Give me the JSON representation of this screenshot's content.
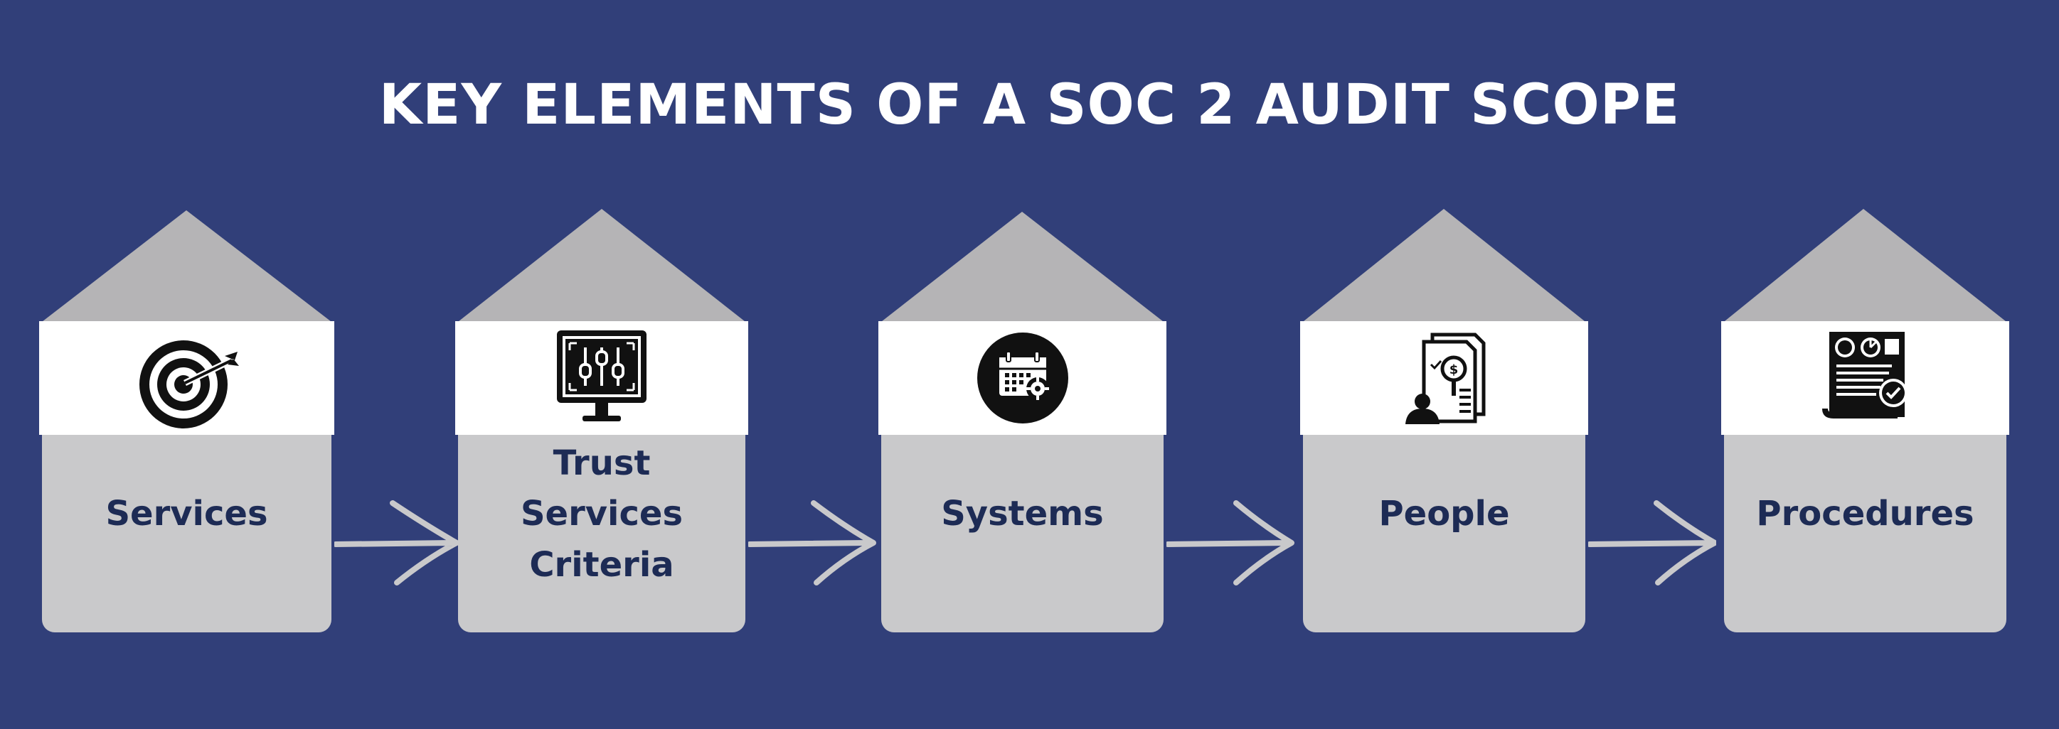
{
  "title": "KEY ELEMENTS OF A SOC 2 AUDIT SCOPE",
  "colors": {
    "background": "#313f79",
    "roof": "#b5b4b6",
    "box": "#c9c9cb",
    "label": "#1d2b55",
    "arrow": "#c9c9cb"
  },
  "elements": [
    {
      "label": "Services",
      "icon": "target-icon"
    },
    {
      "label": "Trust Services Criteria",
      "icon": "monitor-sliders-icon"
    },
    {
      "label": "Systems",
      "icon": "calendar-gear-icon"
    },
    {
      "label": "People",
      "icon": "document-audit-person-icon"
    },
    {
      "label": "Procedures",
      "icon": "report-checkmark-icon"
    }
  ]
}
